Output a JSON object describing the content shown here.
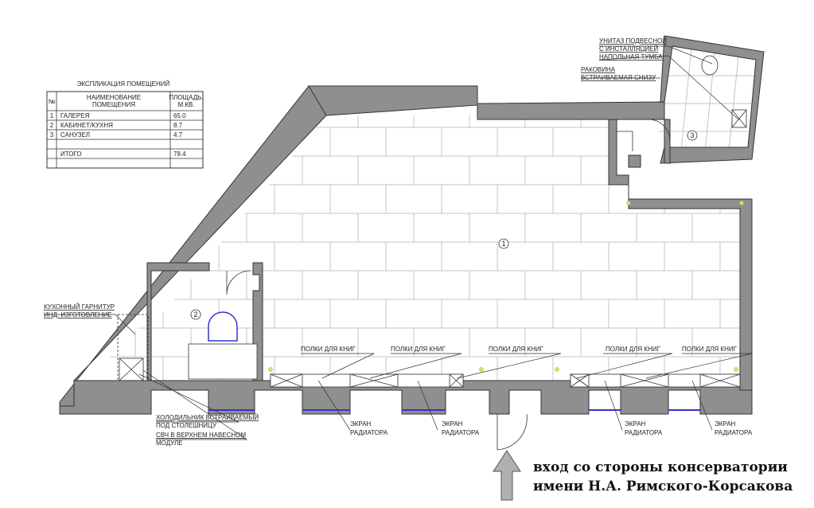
{
  "explication": {
    "title": "ЭКСПЛИКАЦИЯ ПОМЕЩЕНИЙ",
    "headers": {
      "num": "№",
      "name_1": "НАИМЕНОВАНИЕ",
      "name_2": "ПОМЕЩЕНИЯ",
      "area_1": "ПЛОЩАДЬ,",
      "area_2": "М.КВ."
    },
    "rows": [
      {
        "num": "1",
        "name": "ГАЛЕРЕЯ",
        "area": "65.0"
      },
      {
        "num": "2",
        "name": "КАБИНЕТ/КУХНЯ",
        "area": "8.7"
      },
      {
        "num": "3",
        "name": "САНУЗЕЛ",
        "area": "4.7"
      }
    ],
    "total_label": "ИТОГО",
    "total_area": "78.4"
  },
  "rooms": {
    "r1": "1",
    "r2": "2",
    "r3": "3"
  },
  "labels": {
    "toilet_1": "УНИТАЗ ПОДВЕСНОЙ",
    "toilet_2": "С ИНСТАЛЛЯЦИЕЙ",
    "cabinet": "НАПОЛЬНАЯ ТУМБА",
    "sink_1": "РАКОВИНА",
    "sink_2": "ВСТРАИВАЕМАЯ СНИЗУ",
    "kitchen_1": "КУХОННЫЙ ГАРНИТУР",
    "kitchen_2": "ИНД. ИЗГОТОВЛЕНИЕ",
    "fridge_1": "ХОЛОДИЛЬНИК ВСТРАИВАЕМЫЙ",
    "fridge_2": "ПОД СТОЛЕШНИЦУ",
    "mw_1": "СВЧ В ВЕРХНЕМ НАВЕСНОМ",
    "mw_2": "МОДУЛЕ",
    "shelves": "ПОЛКИ ДЛЯ КНИГ",
    "screen": "ЭКРАН",
    "radiator": "РАДИАТОРА"
  },
  "entrance": {
    "line1": "вход со стороны консерватории",
    "line2": "имени Н.А. Римского-Корсакова"
  },
  "colors": {
    "wall": "#8f8f8f",
    "wall_outline": "#333333",
    "tile": "#c4c4c4",
    "window": "#3333cc",
    "marker": "#e3e34a"
  }
}
